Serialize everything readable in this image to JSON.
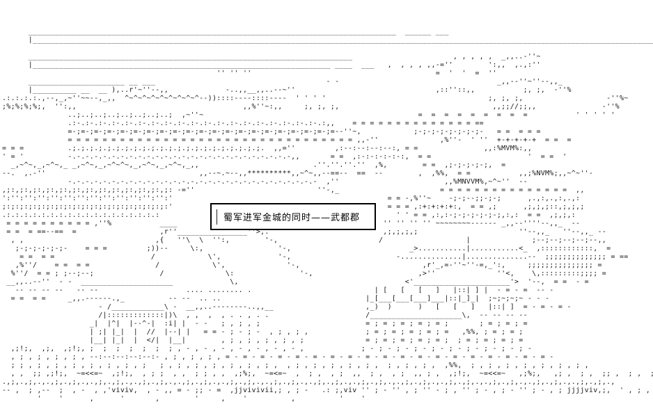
{
  "scene": {
    "caption": "蜀军进军金城的同时——武都郡",
    "background_color": "#ffffff",
    "ink_color": "#161616",
    "border_color": "#000000"
  },
  "ascii_art": {
    "lines": [
      "      ____________________________________________________________________________________  ______ ___",
      "      |__________________________________________________________________________________________________________________________________________________",
      "",
      "      __________________________________________________________________________                       , , , , ,  _,,..-''~",
      "      |____________________________________________________________________ ____  ___   ,  , , , ,,-=''        ':,,  ,.,:''",
      "                                                 '' '' ''                                          =  '  '  =  ''",
      "      ______________________ __ ___                                       - -                                    _,,--''~''--,,_",
      "      |__________ __  __ ),..r'~''--,,             -..,,__,,..--~''                                ,::''::,,           ;, ;,  -''%",
      ".:.:.:.:.,--,_,~''~~--,_,,  ^~^~^~^~^~^~^~^~^--))::::----::::----  ' ' ' '                                     ;, ;, ;,                   -''%~",
      ";%;%;%;%;,  '':,,                                      ,,%''~:,,     ;, ;, ;,                                   ,,;;//;;,,               -''%",
      "               ..;..;..;..;..;..;..;..;  ,~''~                                                 =  =  =  =  =  =  =  =  =           ' ' ' ' '",
      "               .:-.:-.:-.:-.:-.:-.:-.:-.:-.:-.:-.:-.:-.:-.:-.:-.:-.:-.:-.:,,    = = = = = = = = = = = = = = ==",
      "               =-;=-;=-;=-;=-;=-;=-;=-;=-;=-;=-;=-;=-;=-;=-;=-;=-;=-;=-;=-;=--''~,            ;-;-;-;-;-;-;-;-   = =  = = =",
      "               = = = = = = = = = = = = = = = = = = = = = = = = = = = = = = = = = ,,-''              ,%''-  ' ''  +-+-+-+-+  = =  = ",
      "= = =          .;.;.;.;.;.;.;.;.;.;.;.;.;.;.;.;.;.;.;.;.;.;.  ,,=''         ,:--:--:--:--:, = =               ,,:%MVM%:,,",
      "' = '          -.-.-.-.-.-.-.-.-.-.-.-.-.-.-.-.-.-.-.-.-.-.-.-.-.-,,       = =  ,:-:-:-:-:-:,  = =                      '  = =  '",
      "  _,~^~,_,~^~,_ _,~^~,_,~^~^~,_,~^~,_,~^~,_,,                          .''.''.''.''  ,%,        = =  ,;-;-;-;-;,  = ",
      "--.  ,.-''                                   ,,--~.~--,,**********,,~^~,,--==--  ==  --        ,  ,%%,  = =           ,,;%NVM%;,,~^~''-",
      "               -.-.-.-.-.-.-.-.-.-.-.-.-.-.-.-.-.-.-.-.-.-.-.-.-.-.-.-.-  ,''                        ,,%MNVVM%,~^~''  --",
      ",;:,;:,;:,;:,;:,;:,;:,;:,;:,;:,;:,;:,;: -=''                            ''-,_                       = = = = = = = = = = = = = = =  ,,",
      "':'':'':'':'':'':'':'':'':'':'':'':'':'                                                 = = -,%''~    -;-;--;;-;-;      ,.,:,.,:,.,:",
      ";:;:;:;:;:;:;:;:;:;:;:;:;:;:;:;:;:;:;:'                                                 = = = ,:+:+:+:+:,  = = ,;      ,;,;,;::,;,;,;",
      ".:.:.:.:.:.:.:.:.:.:.:.:.:.:.:.:.:.:                                                      ' ' = = ,:,:-;-;-;-;-;-;,:,:  = =  ,;,;,:",
      " = = = = = = = = = = ,''%           ____                                               '' '' '' '' ~~~~~~~~------ _,,--''''--,,_  --",
      " = =  = ==--==  =                   ,r''________________''>,.                          ,;,;,;,;                       ''--,,_   ''--,,_ -- ",
      "  , ,                              ,{   ''\\  \\  '':,        '-,                       /                   |              ;--;--;--;--;--,,",
      "   ;-;-;-;-;-;-    = = =         ;))--     \\:,                 '-,                           _>...........|...........<_  ,::::::::::::,  = ",
      "    = =  = =                      /            \\',             '-,                        -..............|..............--  ;;;;;;;;;;;;;; = ==",
      "   ,%''/    = =  = =               /            \\',              '-,                            ,r'_,=-''~''-=,_':,     ;;;;;;;;;;;;;;; = ",
      "  %''/  = = ; ;--;--;               /              \\:               '-,                        ,>''              ''<,    \\,:::::::::;;;; = ",
      " __,,..--''  - -  _____________________             \\,                                      <'______________________'>  '--,  = =  - =",
      "   -- -- -- --   -- --                    .... ........ .                            | [   [   [   ]   |::| ] |  - = - =  -- -",
      "  = =  = =     _,,.------.,_          -- --  .. ..                                 |_[___[___[___]___|::|_]_|  ;~;~;~;~ - - - ",
      "                      - /____________\\ -  __,,..--------..,,__                     ,_)  )      )   [   [   ]   |::| ]  = - = - = - ",
      "                      /|:::::::::::::|)\\  , ,  ,  , . . , . .                      /_____________________\\,  -- -- -- --",
      "                    _|  |^|  |--^-|  :i| |  - -   ; , ; , ;                        = ; = ; = ; = ; = ;       ; = ; = ; =",
      "                    | ;| |_|  |  //  |--| |   = = - ; - ; -  , ; , ; ,             ; = ; = ; = ; = ; =   ,%%, ; = ; = ;",
      "                    |__| |_|  |  </|  |__|        , ; , ; , ; , ; , ;              = ; = ; = ; = ; = ;  ; = ; = ; = ; = ",
      "  ,;!;,  ,;,  ,;!;, ;  ;  ;  ;  ;  ;  ; , - , - , - , - , - , - , - ,             ; - ; - ; - ; - ; - ; - ; - ; - ; - ; -",
      "  , ; , ; , ; , ; , --:--:--:--:--:- , ; , ; , ; , = - = - = - = - = - = - = - = - = - = - = - = - = - = - = - = - = - = - = - ",
      "  ; ; , ; , ; , ; , ; , ; , ; , ;   ; , ; , ; , ; , ; , ; , ; ,  , ; , ; , ; , ; , ; ,  ; , ; , ; ,  ,%%,  ; , ; , ; , ; , ; , ; , ; , ",
      "  , ,  ;; ,;!;,  ~=<<=~  ,;!;,  , ; ;  , ,  ; ; , ,  ,;%;,  ~=<=~  ,  ; ,  , ;  ,,  ; ,  , ;  ,, ; ,  ,;!;,  ~=<<=~   ,;%;,   ,; ,  ; ,  ;; ,  ; ,  ;",
      ".,;,.,;,.,.,;,.,;,.,.,;,.,;,.,.,;,.,;,.,.,;,.,;,.,.,;,.,;,.,.,;,.,;,.,.,;,.,;,.,.,;,.,;,.,.,;,.,;,.,.,;,.,;,.,.,;,.,;,.,.,;,.,;,.,.,;,.,;,.,",
      "-- ,  ; ,--  ;  , -  , ,'viviv,  , - ,, = - ;; - =  ,jjvivivii,; , ; -   .: ;,viv '' ; - '' , ; '' - ; , '' ; - , ; - '' ; - , ; jjjjviv,;,  ' , ; , ;",
      "        '    '      ,      '       ,        '     ,    '          ,          '    '"
    ]
  }
}
